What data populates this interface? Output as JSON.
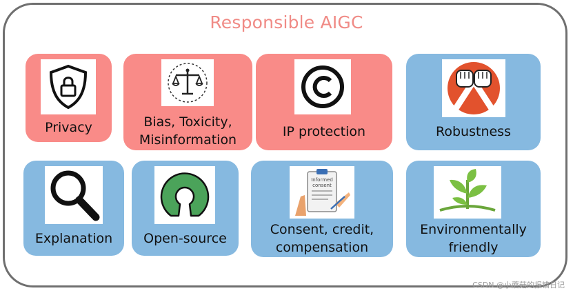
{
  "title": "Responsible AIGC",
  "colors": {
    "accent_red": "#f98b88",
    "accent_blue": "#86b9e0",
    "title": "#f08b86"
  },
  "cards": [
    {
      "label": "Privacy",
      "icon": "shield-lock-icon",
      "color": "red"
    },
    {
      "label": "Bias, Toxicity,\nMisinformation",
      "icon": "scales-icon",
      "color": "red"
    },
    {
      "label": "IP protection",
      "icon": "copyright-icon",
      "color": "red"
    },
    {
      "label": "Robustness",
      "icon": "fists-icon",
      "color": "blue"
    },
    {
      "label": "Explanation",
      "icon": "magnifier-icon",
      "color": "blue"
    },
    {
      "label": "Open-source",
      "icon": "open-source-icon",
      "color": "blue"
    },
    {
      "label": "Consent, credit,\ncompensation",
      "icon": "informed-consent-icon",
      "color": "blue"
    },
    {
      "label": "Environmentally\nfriendly",
      "icon": "plant-icon",
      "color": "blue"
    }
  ],
  "consent_icon_text": "Informed\nconsent",
  "watermark": "CSDN @小蘑菇的报错日记"
}
